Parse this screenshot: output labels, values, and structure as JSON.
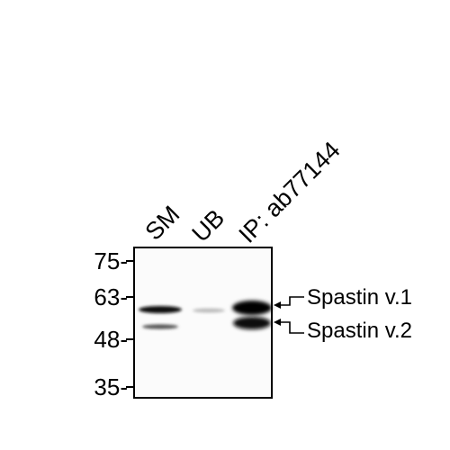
{
  "lanes": {
    "sm": "SM",
    "ub": "UB",
    "ip": "IP: ab77144"
  },
  "mw_markers": [
    "75-",
    "63-",
    "48-",
    "35-"
  ],
  "bands": {
    "v1": "Spastin v.1",
    "v2": "Spastin v.2"
  }
}
